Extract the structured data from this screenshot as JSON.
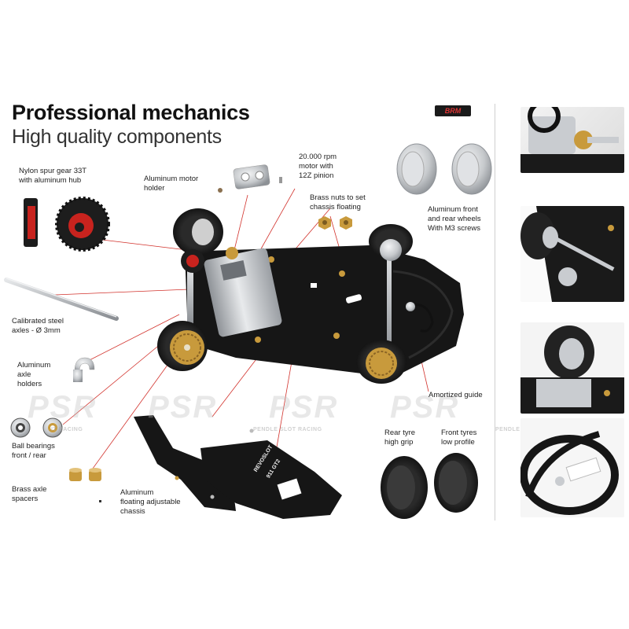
{
  "header": {
    "title": "Professional mechanics",
    "subtitle": "High quality components",
    "brand": "BRM"
  },
  "labels": {
    "spur_gear": "Nylon spur gear 33T\nwith aluminum hub",
    "motor_holder": "Aluminum motor\nholder",
    "motor": "20.000 rpm\nmotor with\n12Z pinion",
    "brass_nuts": "Brass nuts to set\nchassis floating",
    "wheels": "Aluminum front\nand rear wheels\nWith M3 screws",
    "axles": "Calibrated steel\naxles  - Ø 3mm",
    "axle_holders": "Aluminum\naxle\nholders",
    "bearings": "Ball bearings\nfront / rear",
    "spacers": "Brass axle\nspacers",
    "chassis": "Aluminum\nfloating adjustable\nchassis",
    "guide": "Amortized guide",
    "rear_tyre": "Rear tyre\nhigh grip",
    "front_tyre": "Front tyres\nlow profile"
  },
  "chassis_print": {
    "line1": "REVOSLOT",
    "line2": "911 GT2"
  },
  "watermark": {
    "logo": "PSR",
    "tagline_1": "PENDLE SLOT RACING",
    "tagline_2": "IT RACING",
    "tagline_3": "PENDLE SL"
  },
  "colors": {
    "chassis": "#141414",
    "accent_red": "#c8231e",
    "brass": "#c89a3c",
    "aluminum": "#c9ccd0",
    "leader_line": "#d2322c"
  }
}
